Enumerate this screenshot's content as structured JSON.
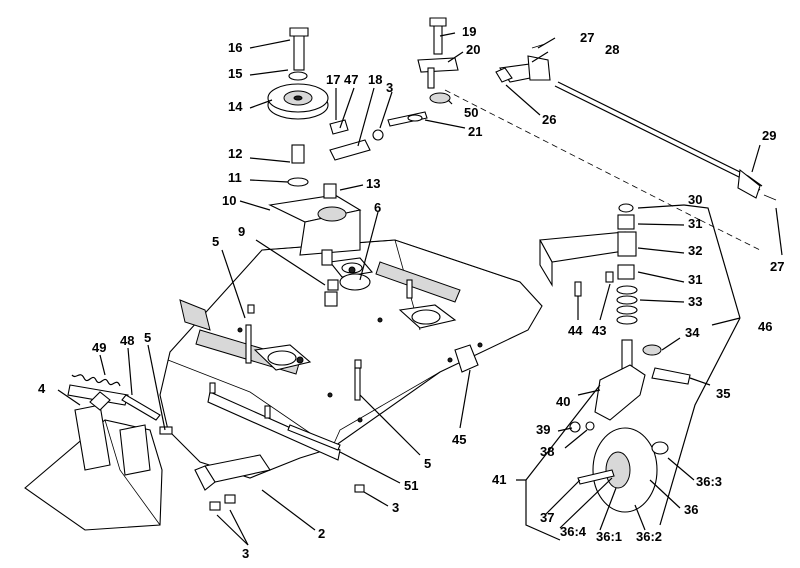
{
  "callouts": {
    "c16": "16",
    "c15": "15",
    "c14": "14",
    "c17": "17",
    "c47": "47",
    "c18": "18",
    "c3a": "3",
    "c19": "19",
    "c20": "20",
    "c27a": "27",
    "c28": "28",
    "c50": "50",
    "c21": "21",
    "c26": "26",
    "c12": "12",
    "c11": "11",
    "c13": "13",
    "c10": "10",
    "c6": "6",
    "c9": "9",
    "c5a": "5",
    "c29": "29",
    "c30": "30",
    "c31a": "31",
    "c32": "32",
    "c31b": "31",
    "c33": "33",
    "c27b": "27",
    "c44": "44",
    "c43": "43",
    "c34": "34",
    "c46": "46",
    "c49": "49",
    "c48": "48",
    "c5b": "5",
    "c4": "4",
    "c35": "35",
    "c40": "40",
    "c45": "45",
    "c5c": "5",
    "c39": "39",
    "c38": "38",
    "c41": "41",
    "c51": "51",
    "c36_3": "36:3",
    "c36": "36",
    "c37": "37",
    "c3b": "3",
    "c36_4": "36:4",
    "c36_1": "36:1",
    "c36_2": "36:2",
    "c2": "2",
    "c3c": "3"
  }
}
